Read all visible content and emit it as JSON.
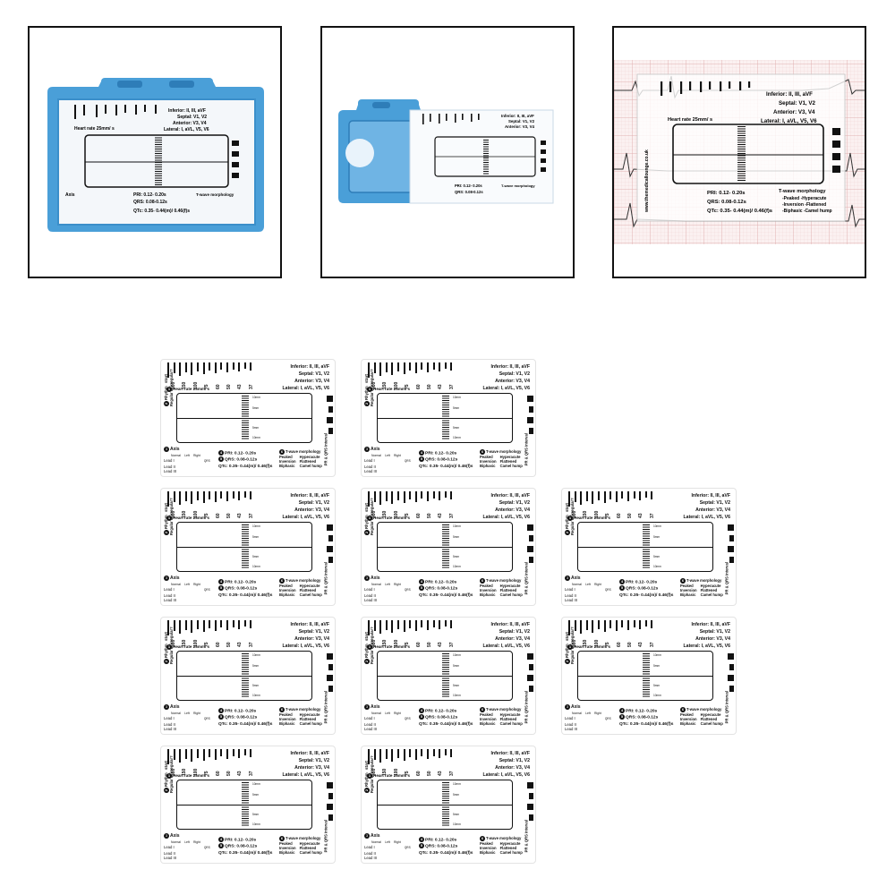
{
  "card": {
    "start_label": "start",
    "rates": [
      "300",
      "150",
      "100",
      "75",
      "60",
      "50",
      "43",
      "37"
    ],
    "leads": {
      "inferior": "Inferior: II, III, aVF",
      "septal": "Septal: V1, V2",
      "anterior": "Anterior: V3, V4",
      "lateral": "Lateral: I, aVL, V5, V6"
    },
    "heart_rate": {
      "num": "1",
      "label": "Heart rate 25mm/ s"
    },
    "window_marks": [
      "10mm",
      "5mm",
      "5mm",
      "10mm"
    ],
    "rhythm": {
      "num": "2",
      "label": "Rhythm",
      "sub": "Regular or irregular?"
    },
    "pr_qrs_label": "PR & QRS interval",
    "axis": {
      "num": "3",
      "label": "Axis",
      "cols": [
        "Normal",
        "Left",
        "Right"
      ],
      "rows": [
        "Lead I",
        "Lead II",
        "Lead III"
      ],
      "qrs_tag": "QRS"
    },
    "intervals": {
      "pri_num": "4",
      "pri": "PRI: 0.12- 0.20s",
      "qrs_num": "5",
      "qrs": "QRS: 0.08-0.12s",
      "qtc": "QTc: 0.35- 0.44(m)/ 0.46(f)s"
    },
    "twave": {
      "num": "6",
      "title": "T-wave morphology",
      "items": [
        "Peaked",
        "Hyperacute",
        "Inversion",
        "Flattened",
        "Biphasic",
        "Camel hump"
      ]
    }
  },
  "photo3": {
    "url_text": "www.themedicallounge.co.uk"
  },
  "colors": {
    "holder_blue": "#4a9fd8",
    "ecg_grid": "#e8b8b8"
  }
}
